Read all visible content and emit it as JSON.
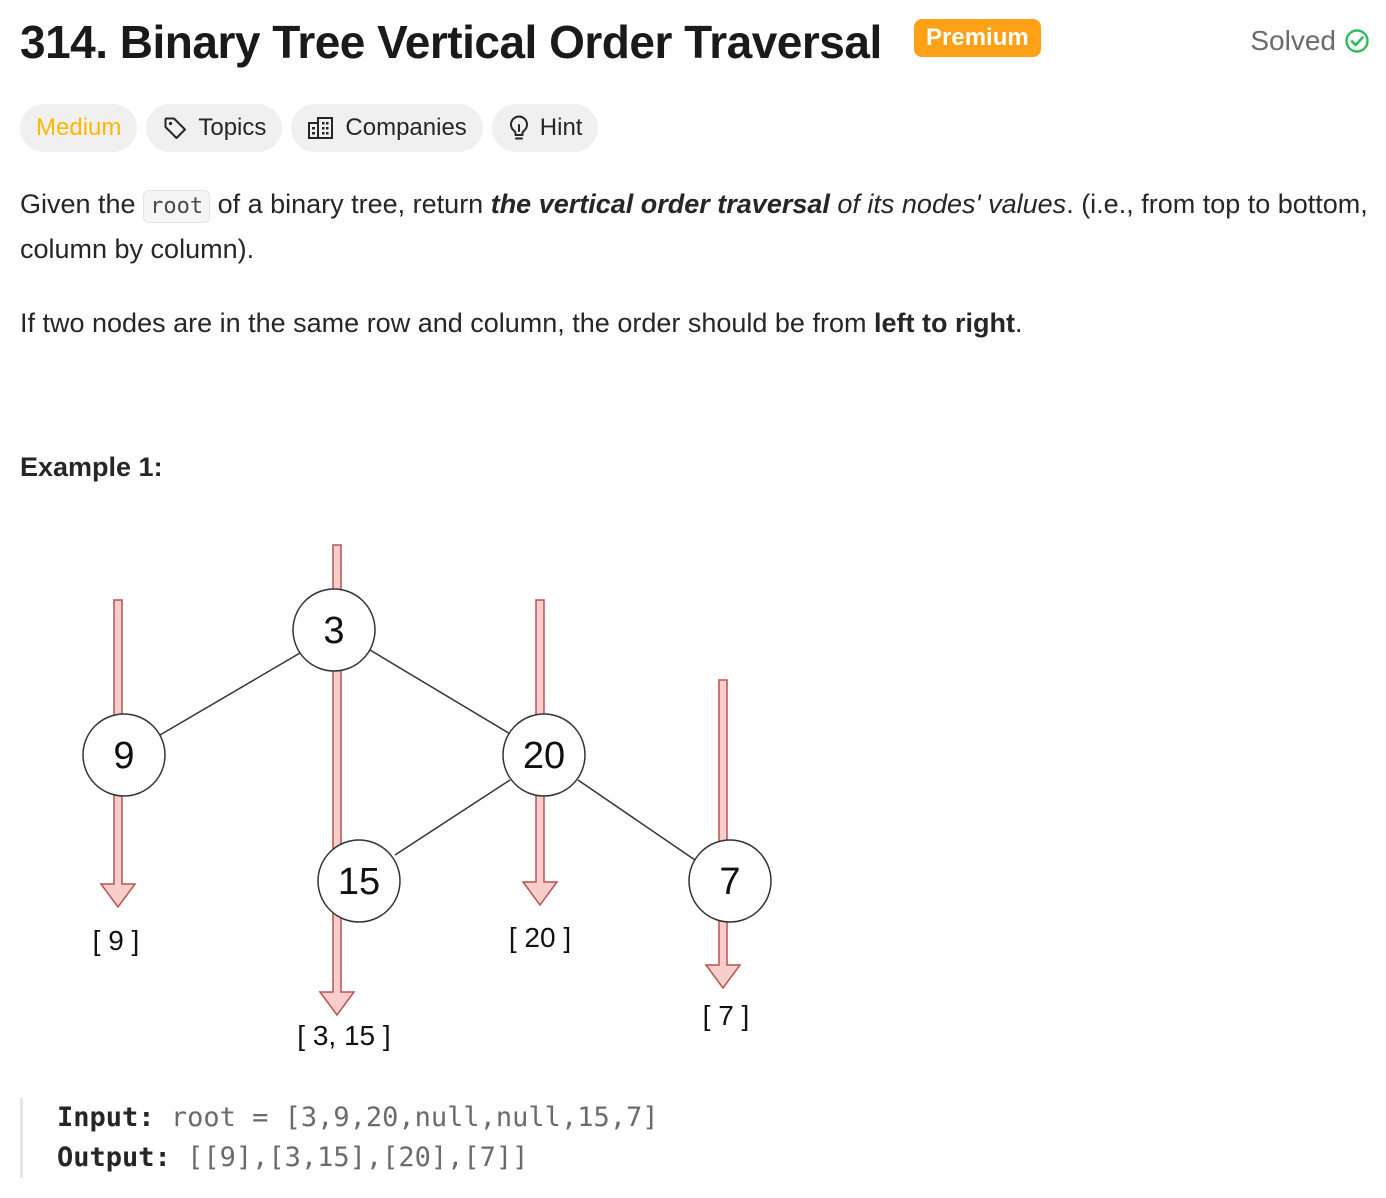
{
  "problem": {
    "title": "314. Binary Tree Vertical Order Traversal",
    "premium_label": "Premium",
    "status_label": "Solved"
  },
  "tags": {
    "difficulty": "Medium",
    "topics": "Topics",
    "companies": "Companies",
    "hint": "Hint"
  },
  "description": {
    "p1_a": "Given the ",
    "p1_code": "root",
    "p1_b": " of a binary tree, return ",
    "p1_bold": "the vertical order traversal",
    "p1_italic": " of its nodes' values",
    "p1_c": ". (i.e., from top to bottom, column by column).",
    "p2_a": "If two nodes are in the same row and column, the order should be from ",
    "p2_bold": "left to right",
    "p2_c": "."
  },
  "example": {
    "title": "Example 1:",
    "input_label": "Input:",
    "input_value": "root = [3,9,20,null,null,15,7]",
    "output_label": "Output:",
    "output_value": "[[9],[3,15],[20],[7]]",
    "tree_nodes": [
      "3",
      "9",
      "20",
      "15",
      "7"
    ],
    "column_labels": [
      "[ 9 ]",
      "[ 3, 15 ]",
      "[ 20 ]",
      "[ 7 ]"
    ]
  },
  "colors": {
    "accent": "#ffa116",
    "medium": "#ffb800",
    "solved": "#2cbb5d",
    "arrow_fill": "#f8cecc",
    "arrow_stroke": "#b85450"
  },
  "icons": [
    "tag-icon",
    "companies-icon",
    "lightbulb-icon",
    "check-circle-icon"
  ]
}
